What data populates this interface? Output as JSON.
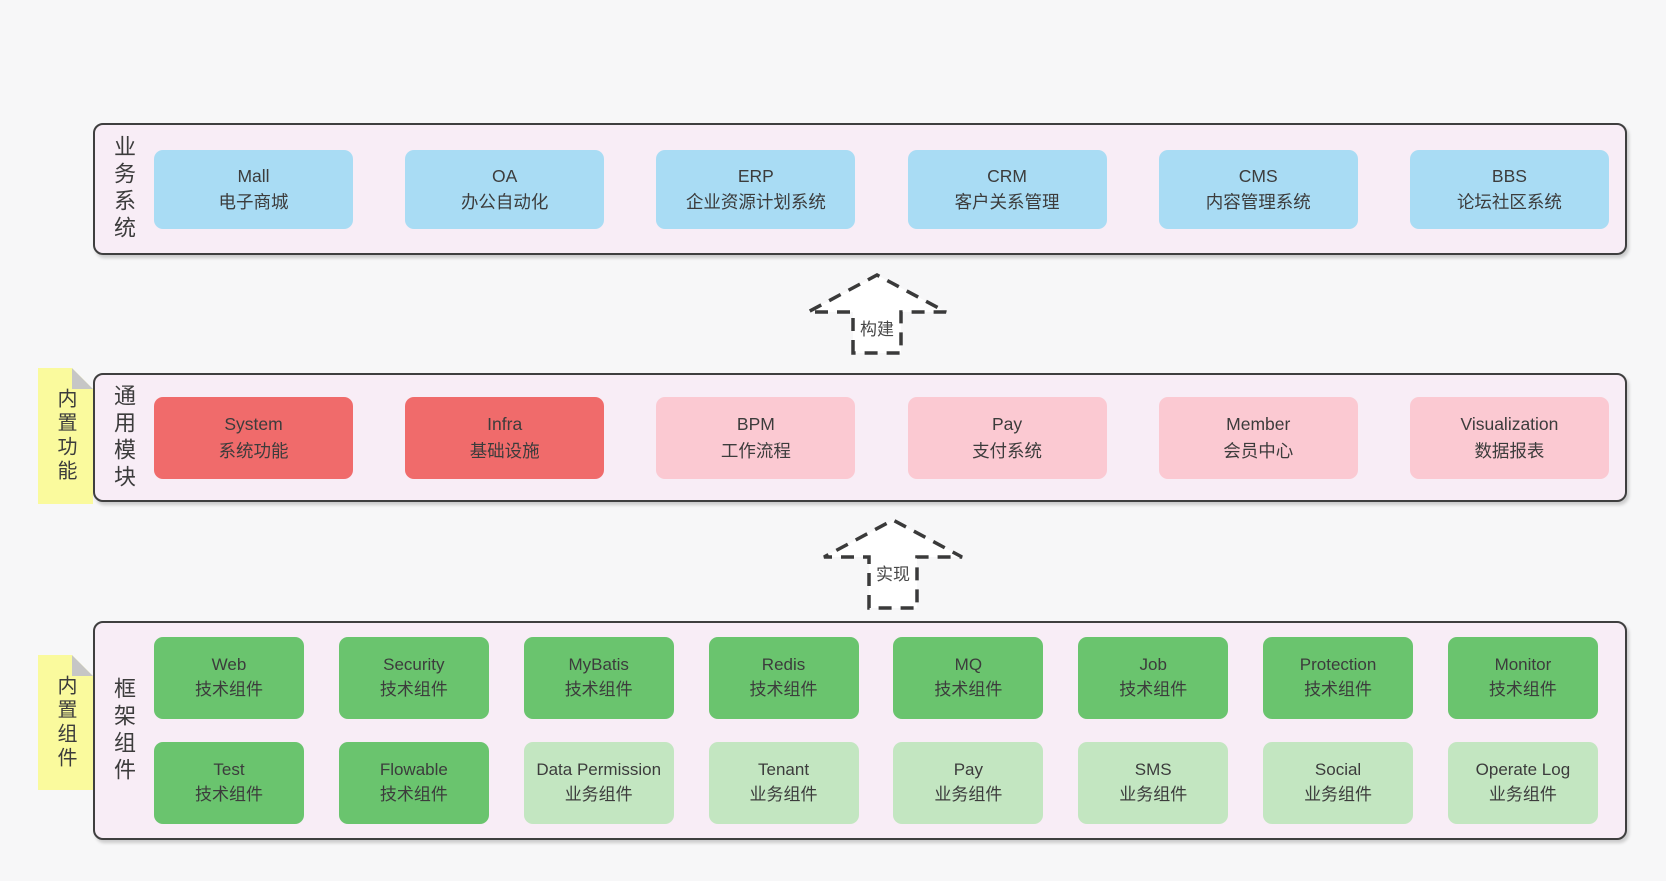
{
  "colors": {
    "page": "#f7f7f8",
    "panel": "#f8edf6",
    "line": "#3f3f3f",
    "ink": "#3c3c3c",
    "blue": "#a9dcf4",
    "red": "#f06b6b",
    "pink": "#fbc9d2",
    "green": "#6ac46e",
    "lightgreen": "#c3e6c1",
    "sticky": "#fafa9d",
    "fold": "#c6c6c6"
  },
  "arrows": {
    "build": "构建",
    "implement": "实现"
  },
  "layers": {
    "business": {
      "label": "业务系统",
      "boxes": [
        {
          "name": "Mall",
          "desc": "电子商城"
        },
        {
          "name": "OA",
          "desc": "办公自动化"
        },
        {
          "name": "ERP",
          "desc": "企业资源计划系统"
        },
        {
          "name": "CRM",
          "desc": "客户关系管理"
        },
        {
          "name": "CMS",
          "desc": "内容管理系统"
        },
        {
          "name": "BBS",
          "desc": "论坛社区系统"
        }
      ]
    },
    "modules": {
      "label": "通用模块",
      "sticky": "内置功能",
      "boxes": [
        {
          "name": "System",
          "desc": "系统功能",
          "variant": "red"
        },
        {
          "name": "Infra",
          "desc": "基础设施",
          "variant": "red"
        },
        {
          "name": "BPM",
          "desc": "工作流程",
          "variant": "pink"
        },
        {
          "name": "Pay",
          "desc": "支付系统",
          "variant": "pink"
        },
        {
          "name": "Member",
          "desc": "会员中心",
          "variant": "pink"
        },
        {
          "name": "Visualization",
          "desc": "数据报表",
          "variant": "pink"
        }
      ]
    },
    "framework": {
      "label": "框架组件",
      "sticky": "内置组件",
      "row1": [
        {
          "name": "Web",
          "desc": "技术组件",
          "variant": "green"
        },
        {
          "name": "Security",
          "desc": "技术组件",
          "variant": "green"
        },
        {
          "name": "MyBatis",
          "desc": "技术组件",
          "variant": "green"
        },
        {
          "name": "Redis",
          "desc": "技术组件",
          "variant": "green"
        },
        {
          "name": "MQ",
          "desc": "技术组件",
          "variant": "green"
        },
        {
          "name": "Job",
          "desc": "技术组件",
          "variant": "green"
        },
        {
          "name": "Protection",
          "desc": "技术组件",
          "variant": "green"
        },
        {
          "name": "Monitor",
          "desc": "技术组件",
          "variant": "green"
        }
      ],
      "row2": [
        {
          "name": "Test",
          "desc": "技术组件",
          "variant": "green"
        },
        {
          "name": "Flowable",
          "desc": "技术组件",
          "variant": "green"
        },
        {
          "name": "Data Permission",
          "desc": "业务组件",
          "variant": "lightgreen"
        },
        {
          "name": "Tenant",
          "desc": "业务组件",
          "variant": "lightgreen"
        },
        {
          "name": "Pay",
          "desc": "业务组件",
          "variant": "lightgreen"
        },
        {
          "name": "SMS",
          "desc": "业务组件",
          "variant": "lightgreen"
        },
        {
          "name": "Social",
          "desc": "业务组件",
          "variant": "lightgreen"
        },
        {
          "name": "Operate Log",
          "desc": "业务组件",
          "variant": "lightgreen"
        }
      ]
    }
  }
}
